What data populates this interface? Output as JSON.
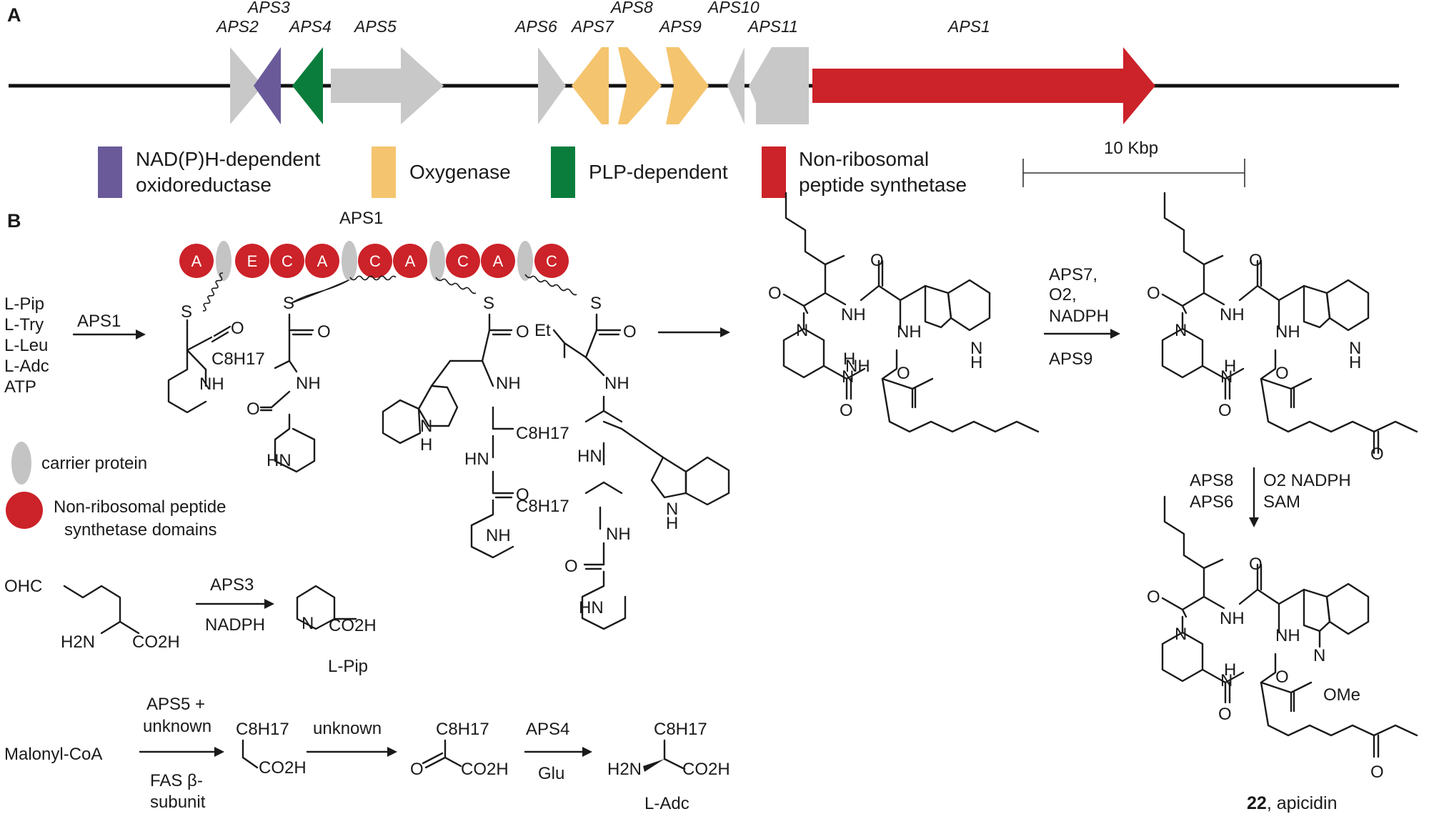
{
  "panels": {
    "a": "A",
    "b": "B"
  },
  "genes": [
    "APS2",
    "APS3",
    "APS4",
    "APS5",
    "APS6",
    "APS7",
    "APS8",
    "APS9",
    "APS10",
    "APS11",
    "APS1"
  ],
  "colors": {
    "gray": "#c8c8c8",
    "purple": "#6a5a9a",
    "green": "#0a7d3c",
    "orange": "#f5c46e",
    "red": "#cc2229",
    "carrier": "#c4c4c4"
  },
  "legend": {
    "purple": [
      "NAD(P)H-dependent",
      "oxidoreductase"
    ],
    "orange": [
      "Oxygenase"
    ],
    "green": [
      "PLP-dependent"
    ],
    "red": [
      "Non-ribosomal",
      "peptide synthetase"
    ]
  },
  "scale": "10 Kbp",
  "nrps": {
    "title": "APS1",
    "domains": [
      "A",
      "E",
      "C",
      "A",
      "C",
      "A",
      "C",
      "A",
      "C"
    ],
    "substrates": [
      "L-Pip",
      "L-Try",
      "L-Leu",
      "L-Adc",
      "ATP"
    ],
    "arrow_label": "APS1"
  },
  "key": {
    "carrier": "carrier protein",
    "domains": [
      "Non-ribosomal peptide",
      "synthetase domains"
    ]
  },
  "atoms": {
    "S": "S",
    "O": "O",
    "NH": "NH",
    "HN": "HN",
    "N": "N",
    "H": "H",
    "Et": "Et",
    "C8H17": "C8H17",
    "OHC": "OHC",
    "H2N": "H2N",
    "CO2H": "CO2H",
    "OMe": "OMe"
  },
  "pip_pathway": {
    "enzyme": "APS3",
    "cofactor": "NADPH",
    "product": "L-Pip"
  },
  "adc_pathway": {
    "start": "Malonyl-CoA",
    "step1_top": [
      "APS5 +",
      "unknown"
    ],
    "step1_bottom": [
      "FAS β-",
      "subunit"
    ],
    "step2_top": "unknown",
    "step3_top": "APS4",
    "step3_bottom": "Glu",
    "product": "L-Adc"
  },
  "oxidation": {
    "top": [
      "APS7,",
      "O2,",
      "NADPH"
    ],
    "bottom": "APS9"
  },
  "methylation": {
    "left": [
      "APS8",
      "APS6"
    ],
    "right": [
      "O2 NADPH",
      "SAM"
    ]
  },
  "final": {
    "number": "22",
    "name": ", apicidin"
  }
}
